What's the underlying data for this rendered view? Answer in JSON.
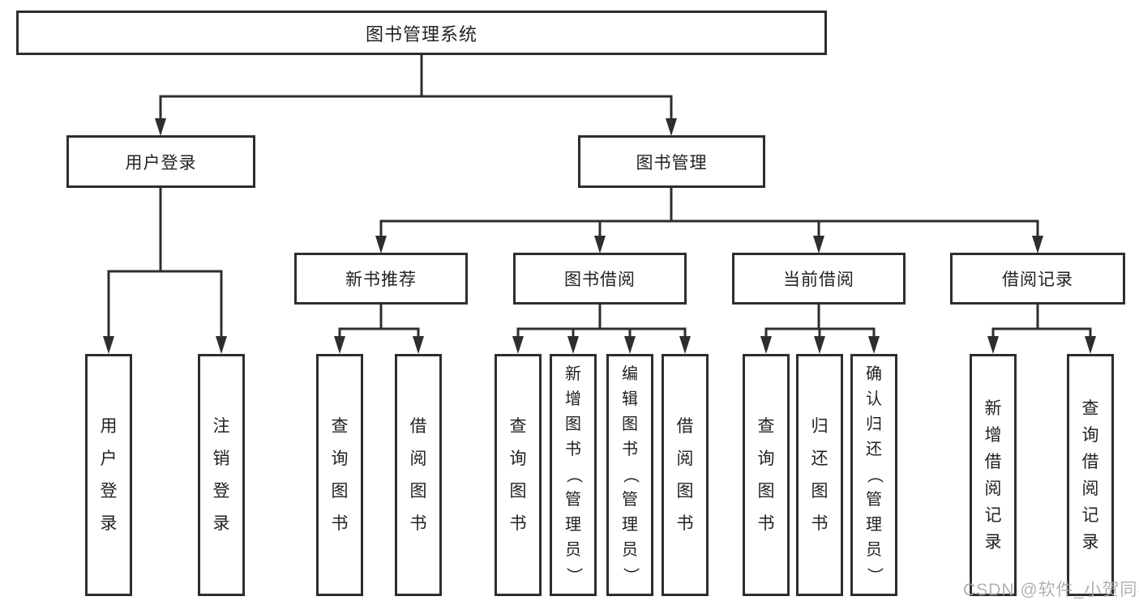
{
  "diagram": {
    "root": {
      "label": "图书管理系统"
    },
    "level2": [
      {
        "label": "用户登录"
      },
      {
        "label": "图书管理"
      }
    ],
    "level3": [
      {
        "label": "新书推荐",
        "parent": "图书管理"
      },
      {
        "label": "图书借阅",
        "parent": "图书管理"
      },
      {
        "label": "当前借阅",
        "parent": "图书管理"
      },
      {
        "label": "借阅记录",
        "parent": "图书管理"
      }
    ],
    "leaves": [
      {
        "label": "用户登录",
        "parent": "用户登录"
      },
      {
        "label": "注销登录",
        "parent": "用户登录"
      },
      {
        "label": "查询图书",
        "parent": "新书推荐"
      },
      {
        "label": "借阅图书",
        "parent": "新书推荐"
      },
      {
        "label": "查询图书",
        "parent": "图书借阅"
      },
      {
        "label": "新增图书（管理员）",
        "parent": "图书借阅"
      },
      {
        "label": "编辑图书（管理员）",
        "parent": "图书借阅"
      },
      {
        "label": "借阅图书",
        "parent": "图书借阅"
      },
      {
        "label": "查询图书",
        "parent": "当前借阅"
      },
      {
        "label": "归还图书",
        "parent": "当前借阅"
      },
      {
        "label": "确认归还（管理员）",
        "parent": "当前借阅"
      },
      {
        "label": "新增借阅记录",
        "parent": "借阅记录"
      },
      {
        "label": "查询借阅记录",
        "parent": "借阅记录"
      }
    ]
  },
  "watermark": {
    "text": "CSDN @软件_小贺同学"
  },
  "colors": {
    "line": "#2e2e2e",
    "text": "#222222",
    "background": "#ffffff",
    "watermark": "#a8a8aa"
  }
}
